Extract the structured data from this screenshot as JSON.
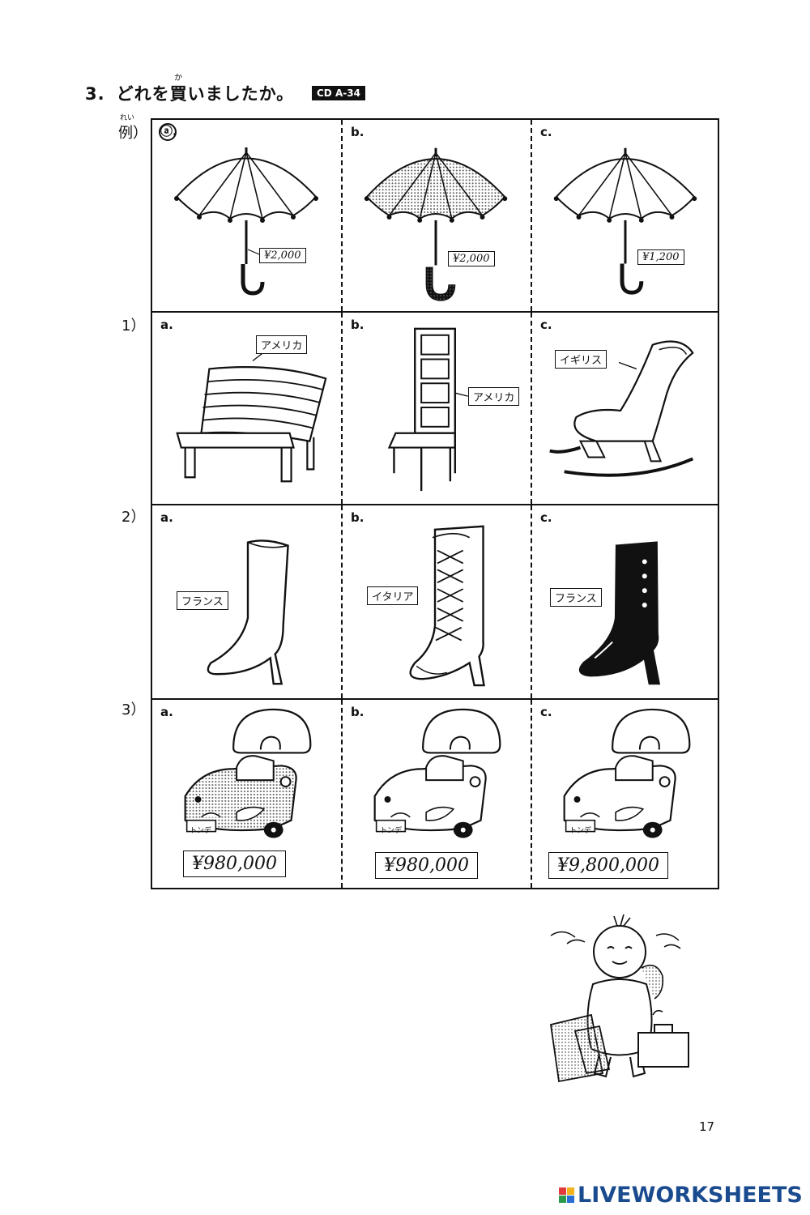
{
  "header": {
    "number": "3.",
    "question_pre": "どれを",
    "question_kanji": "買",
    "question_kanji_ruby": "か",
    "question_post": "いましたか。",
    "cd_badge": "CD A-34"
  },
  "row_labels": {
    "example": "例）",
    "example_ruby": "れい",
    "r1": "1）",
    "r2": "2）",
    "r3": "3）"
  },
  "rows": [
    {
      "id": "example",
      "cells": [
        {
          "letter": "ⓐ.",
          "item": "umbrella",
          "style": "plain",
          "tag": "¥2,000"
        },
        {
          "letter": "b.",
          "item": "umbrella",
          "style": "dotted",
          "tag": "¥2,000"
        },
        {
          "letter": "c.",
          "item": "umbrella",
          "style": "plain",
          "tag": "¥1,200"
        }
      ]
    },
    {
      "id": "1",
      "cells": [
        {
          "letter": "a.",
          "item": "bench",
          "tag": "アメリカ"
        },
        {
          "letter": "b.",
          "item": "tall-chair",
          "tag": "アメリカ"
        },
        {
          "letter": "c.",
          "item": "rocking-chair",
          "tag": "イギリス"
        }
      ]
    },
    {
      "id": "2",
      "cells": [
        {
          "letter": "a.",
          "item": "boot",
          "style": "plain",
          "tag": "フランス"
        },
        {
          "letter": "b.",
          "item": "laced-boot",
          "tag": "イタリア"
        },
        {
          "letter": "c.",
          "item": "boot",
          "style": "black",
          "tag": "フランス"
        }
      ]
    },
    {
      "id": "3",
      "cells": [
        {
          "letter": "a.",
          "item": "car",
          "style": "dotted",
          "plate": "トンデ",
          "tag": "¥980,000"
        },
        {
          "letter": "b.",
          "item": "car",
          "style": "plain",
          "plate": "トンデ",
          "tag": "¥980,000"
        },
        {
          "letter": "c.",
          "item": "car",
          "style": "plain",
          "plate": "トンデ",
          "tag": "¥9,800,000"
        }
      ]
    }
  ],
  "page_number": "17",
  "footer": {
    "brand": "LIVEWORKSHEETS",
    "logo_colors": [
      "#e23b3b",
      "#f2b21c",
      "#2b9a4a",
      "#2a6fd6"
    ]
  }
}
